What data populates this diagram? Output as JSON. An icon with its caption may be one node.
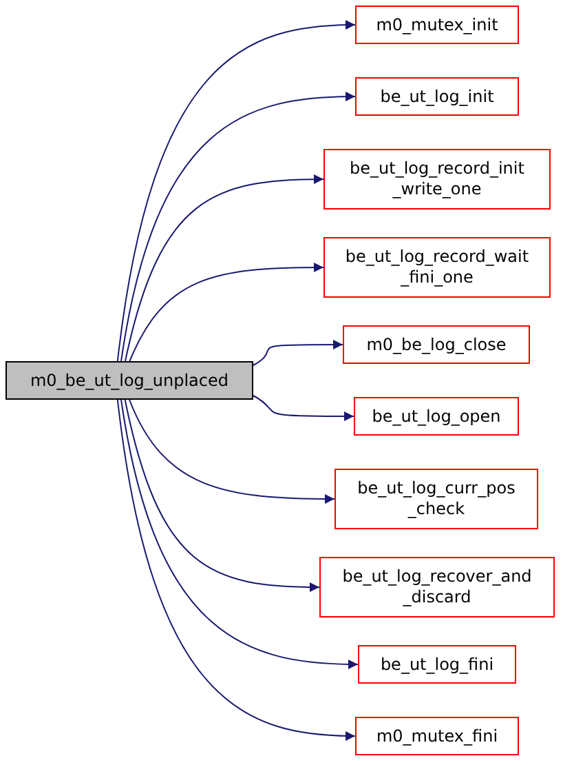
{
  "diagram": {
    "nodes": [
      {
        "text": [
          "m0_be_ut_log_unplaced"
        ]
      },
      {
        "text": [
          "m0_mutex_init"
        ]
      },
      {
        "text": [
          "be_ut_log_init"
        ]
      },
      {
        "text": [
          "be_ut_log_record_init _write_one"
        ]
      },
      {
        "text": [
          "be_ut_log_record_wait _fini_one"
        ]
      },
      {
        "text": [
          "m0_be_log_close"
        ]
      },
      {
        "text": [
          "be_ut_log_open"
        ]
      },
      {
        "text": [
          "be_ut_log_curr_pos _check"
        ]
      },
      {
        "text": [
          "be_ut_log_recover_and _discard"
        ]
      },
      {
        "text": [
          "be_ut_log_fini"
        ]
      },
      {
        "text": [
          "m0_mutex_fini"
        ]
      }
    ],
    "edges": [
      {
        "from": 0,
        "to": 1,
        "arrow": "to"
      },
      {
        "from": 0,
        "to": 2,
        "arrow": "to"
      },
      {
        "from": 0,
        "to": 3,
        "arrow": "to"
      },
      {
        "from": 0,
        "to": 4,
        "arrow": "to"
      },
      {
        "from": 0,
        "to": 5,
        "arrow": "to"
      },
      {
        "from": 0,
        "to": 6,
        "arrow": "to"
      },
      {
        "from": 0,
        "to": 7,
        "arrow": "to"
      },
      {
        "from": 0,
        "to": 8,
        "arrow": "to"
      },
      {
        "from": 0,
        "to": 9,
        "arrow": "to"
      },
      {
        "from": 0,
        "to": 10,
        "arrow": "to"
      }
    ]
  }
}
